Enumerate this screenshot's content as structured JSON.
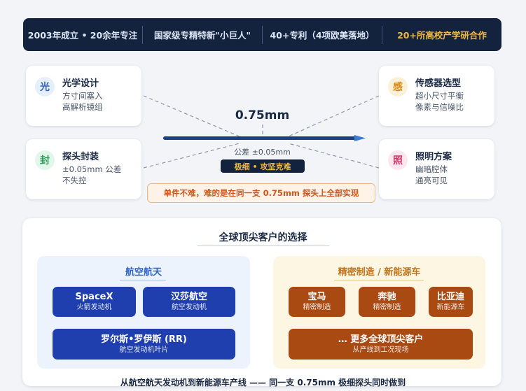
{
  "banner": {
    "items": [
      {
        "text": "2003年成立 • 20余年专注"
      },
      {
        "text": "国家级专精特新\"小巨人\""
      },
      {
        "text": "40+专利（4项欧美落地）"
      },
      {
        "text": "20+所高校产学研合作"
      }
    ]
  },
  "features": [
    {
      "badge": "光",
      "title": "光学设计",
      "line1": "方寸间塞入",
      "line2": "高解析镜组",
      "color": "#2f64c8"
    },
    {
      "badge": "封",
      "title": "探头封装",
      "line1": "±0.05mm 公差",
      "line2": "不失控",
      "color": "#2e9b57"
    },
    {
      "badge": "感",
      "title": "传感器选型",
      "line1": "超小尺寸平衡",
      "line2": "像素与信噪比",
      "color": "#d98a12"
    },
    {
      "badge": "照",
      "title": "照明方案",
      "line1": "幽暗腔体",
      "line2": "通亮可见",
      "color": "#d03a6b"
    }
  ],
  "probe": {
    "diameter": "0.75mm",
    "tolerance": "公差 ±0.05mm",
    "tag": "极细 • 攻坚克难",
    "note": "单件不难，难的是在同一支 0.75mm 探头上全部实现"
  },
  "customers": {
    "title": "全球顶尖客户的选择",
    "groups": [
      {
        "title": "航空航天",
        "items": [
          {
            "name": "SpaceX",
            "desc": "火箭发动机"
          },
          {
            "name": "汉莎航空",
            "desc": "航空发动机"
          },
          {
            "name": "罗尔斯•罗伊斯 (RR)",
            "desc": "航空发动机叶片"
          }
        ]
      },
      {
        "title": "精密制造 / 新能源车",
        "items": [
          {
            "name": "宝马",
            "desc": "精密制造"
          },
          {
            "name": "奔驰",
            "desc": "精密制造"
          },
          {
            "name": "比亚迪",
            "desc": "新能源车"
          },
          {
            "name": "… 更多全球顶尖客户",
            "desc": "从产线到工况现场"
          }
        ]
      }
    ]
  },
  "footer": "从航空航天发动机到新能源车产线 —— 同一支 0.75mm 极细探头同时做到",
  "colors": {
    "navy": "#14233d",
    "accent_gold": "#f2b93b",
    "blue": "#2f64c8",
    "brown": "#a84a12"
  }
}
